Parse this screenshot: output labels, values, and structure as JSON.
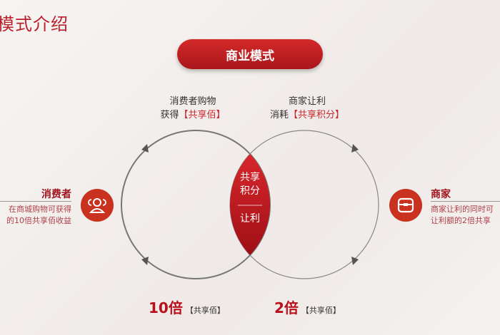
{
  "title": "模式介绍",
  "header_button": "商业模式",
  "left_caption": {
    "line1": "消费者购物",
    "prefix": "获得",
    "tag": "【共享佰】"
  },
  "right_caption": {
    "line1": "商家让利",
    "prefix": "消耗",
    "tag": "【共享积分】"
  },
  "lens": {
    "top": "共享",
    "mid": "积分",
    "bottom": "让利"
  },
  "consumer": {
    "label": "消费者",
    "line1": "在商城购物可获得",
    "line2": "的10倍共享佰收益",
    "icon": "users-icon"
  },
  "merchant": {
    "label": "商家",
    "line1": "商家让利的同时可",
    "line2": "让利额的2倍共享",
    "icon": "shop-icon"
  },
  "left_multiplier": {
    "value": "10倍",
    "tag": "【共享佰】"
  },
  "right_multiplier": {
    "value": "2倍",
    "tag": "【共享佰】"
  },
  "colors": {
    "accent": "#c8282e"
  }
}
